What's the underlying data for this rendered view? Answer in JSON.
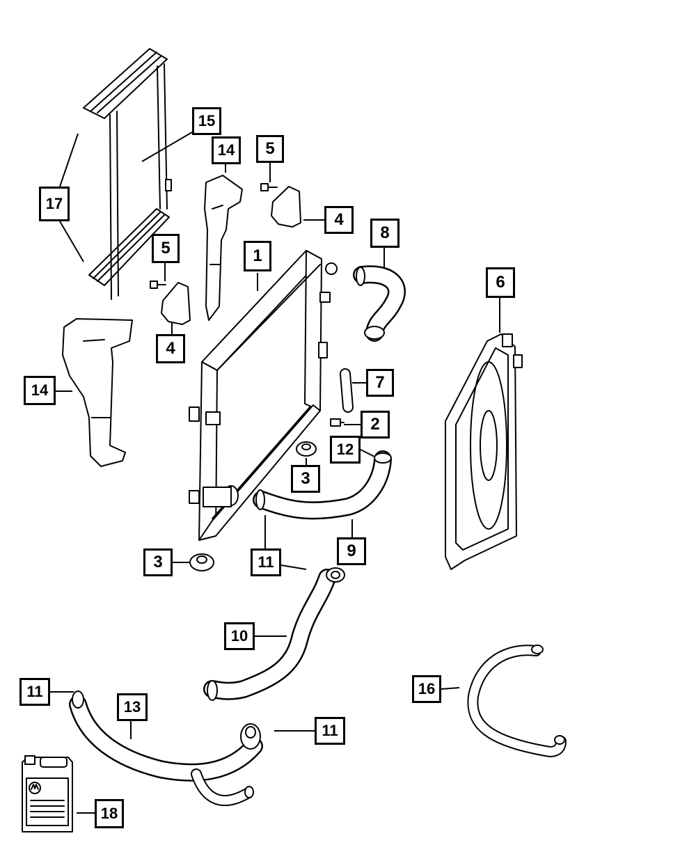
{
  "callouts": [
    {
      "id": "c1",
      "label": "1"
    },
    {
      "id": "c2",
      "label": "2"
    },
    {
      "id": "c3a",
      "label": "3"
    },
    {
      "id": "c3b",
      "label": "3"
    },
    {
      "id": "c4a",
      "label": "4"
    },
    {
      "id": "c4b",
      "label": "4"
    },
    {
      "id": "c5a",
      "label": "5"
    },
    {
      "id": "c5b",
      "label": "5"
    },
    {
      "id": "c6",
      "label": "6"
    },
    {
      "id": "c7",
      "label": "7"
    },
    {
      "id": "c8",
      "label": "8"
    },
    {
      "id": "c9",
      "label": "9"
    },
    {
      "id": "c10",
      "label": "10"
    },
    {
      "id": "c11a",
      "label": "11"
    },
    {
      "id": "c11b",
      "label": "11"
    },
    {
      "id": "c11c",
      "label": "11"
    },
    {
      "id": "c12",
      "label": "12"
    },
    {
      "id": "c13",
      "label": "13"
    },
    {
      "id": "c14a",
      "label": "14"
    },
    {
      "id": "c14b",
      "label": "14"
    },
    {
      "id": "c15",
      "label": "15"
    },
    {
      "id": "c16",
      "label": "16"
    },
    {
      "id": "c17",
      "label": "17"
    },
    {
      "id": "c18",
      "label": "18"
    }
  ],
  "colors": {
    "ink": "#000000",
    "paper": "#ffffff"
  }
}
